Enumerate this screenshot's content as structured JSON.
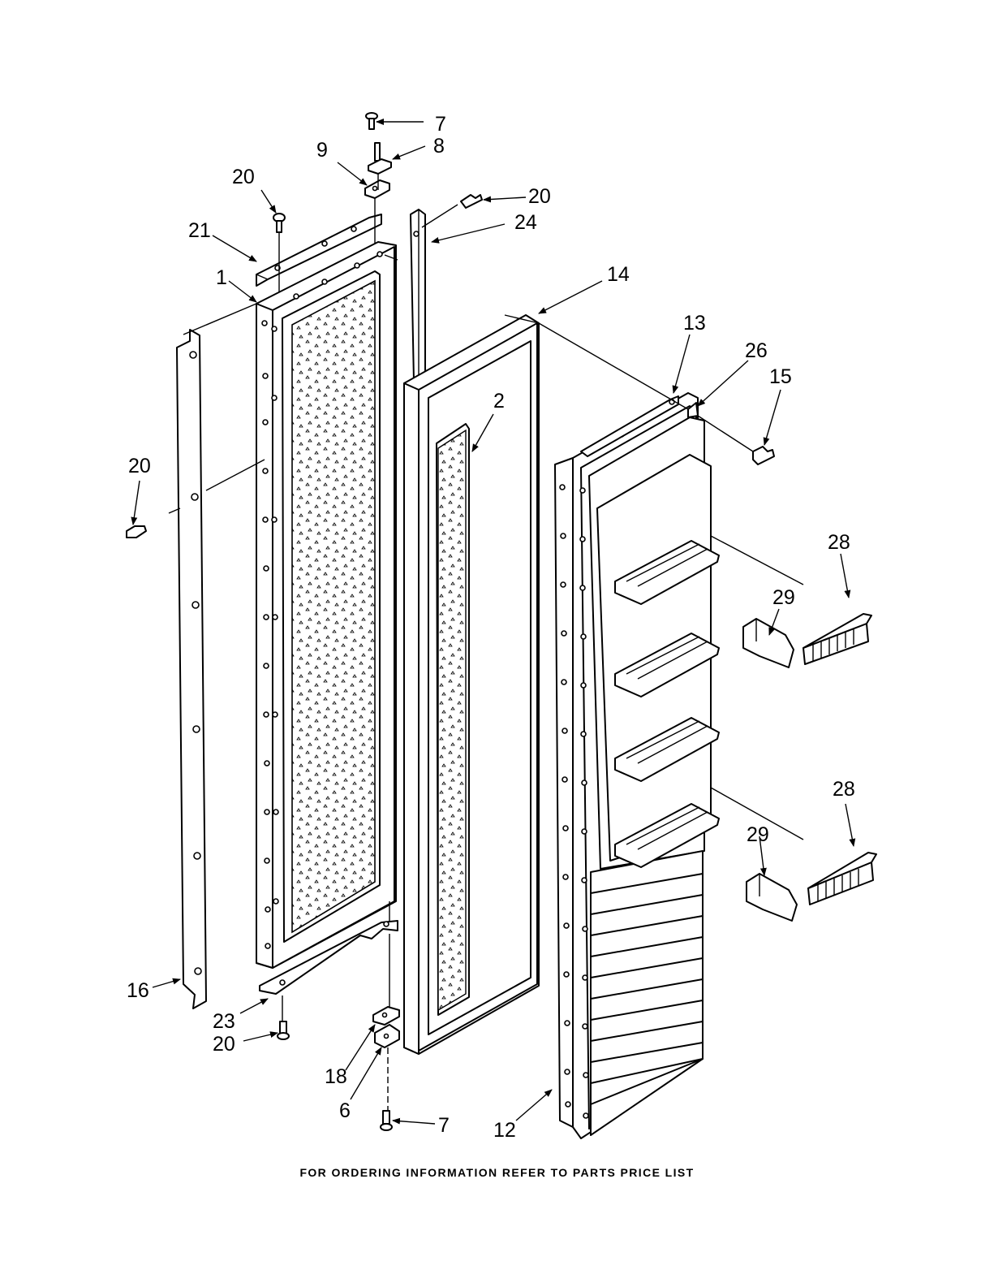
{
  "footer_text": "FOR ORDERING INFORMATION REFER TO PARTS PRICE LIST",
  "callouts": {
    "c7_top": "7",
    "c8": "8",
    "c9": "9",
    "c20_top_left": "20",
    "c20_top_right": "20",
    "c21": "21",
    "c24": "24",
    "c1": "1",
    "c14": "14",
    "c13": "13",
    "c26": "26",
    "c15": "15",
    "c2": "2",
    "c20_left": "20",
    "c28_upper": "28",
    "c29_upper": "29",
    "c28_lower": "28",
    "c29_lower": "29",
    "c16": "16",
    "c23": "23",
    "c20_bottom": "20",
    "c18": "18",
    "c6": "6",
    "c7_bottom": "7",
    "c12": "12"
  }
}
